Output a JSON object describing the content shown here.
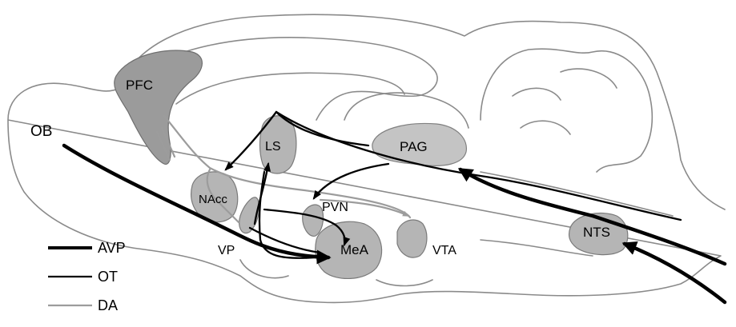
{
  "regions": {
    "ob": "OB",
    "pfc": "PFC",
    "ls": "LS",
    "nacc": "NAcc",
    "pvn": "PVN",
    "vp": "VP",
    "mea": "MeA",
    "vta": "VTA",
    "pag": "PAG",
    "nts": "NTS"
  },
  "legend": [
    {
      "label": "AVP",
      "color": "#000000"
    },
    {
      "label": "OT",
      "color": "#000000"
    },
    {
      "label": "DA",
      "color": "#9c9c9c"
    }
  ],
  "colors": {
    "region_fill": "#a6a6a6",
    "outline": "#8a8a8a",
    "da_line": "#9c9c9c"
  }
}
